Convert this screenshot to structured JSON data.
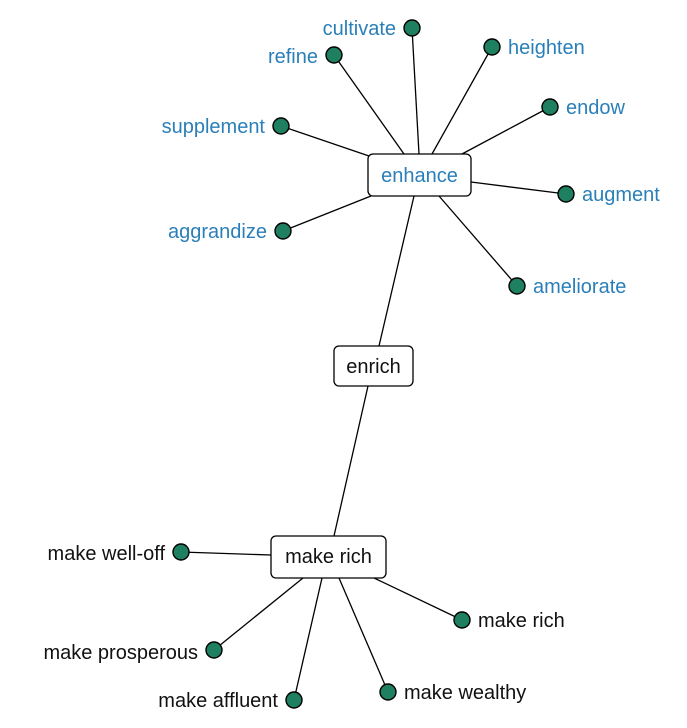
{
  "colors": {
    "blue_text": "#2a7fb8",
    "black_text": "#111111",
    "dot_fill": "#1e8060"
  },
  "hubs": {
    "center": {
      "label": "enrich"
    },
    "top": {
      "label": "enhance"
    },
    "bottom": {
      "label": "make rich"
    }
  },
  "top_leaves": [
    {
      "label": "cultivate"
    },
    {
      "label": "refine"
    },
    {
      "label": "heighten"
    },
    {
      "label": "endow"
    },
    {
      "label": "supplement"
    },
    {
      "label": "augment"
    },
    {
      "label": "aggrandize"
    },
    {
      "label": "ameliorate"
    }
  ],
  "bottom_leaves": [
    {
      "label": "make well-off"
    },
    {
      "label": "make rich"
    },
    {
      "label": "make prosperous"
    },
    {
      "label": "make affluent"
    },
    {
      "label": "make wealthy"
    }
  ]
}
